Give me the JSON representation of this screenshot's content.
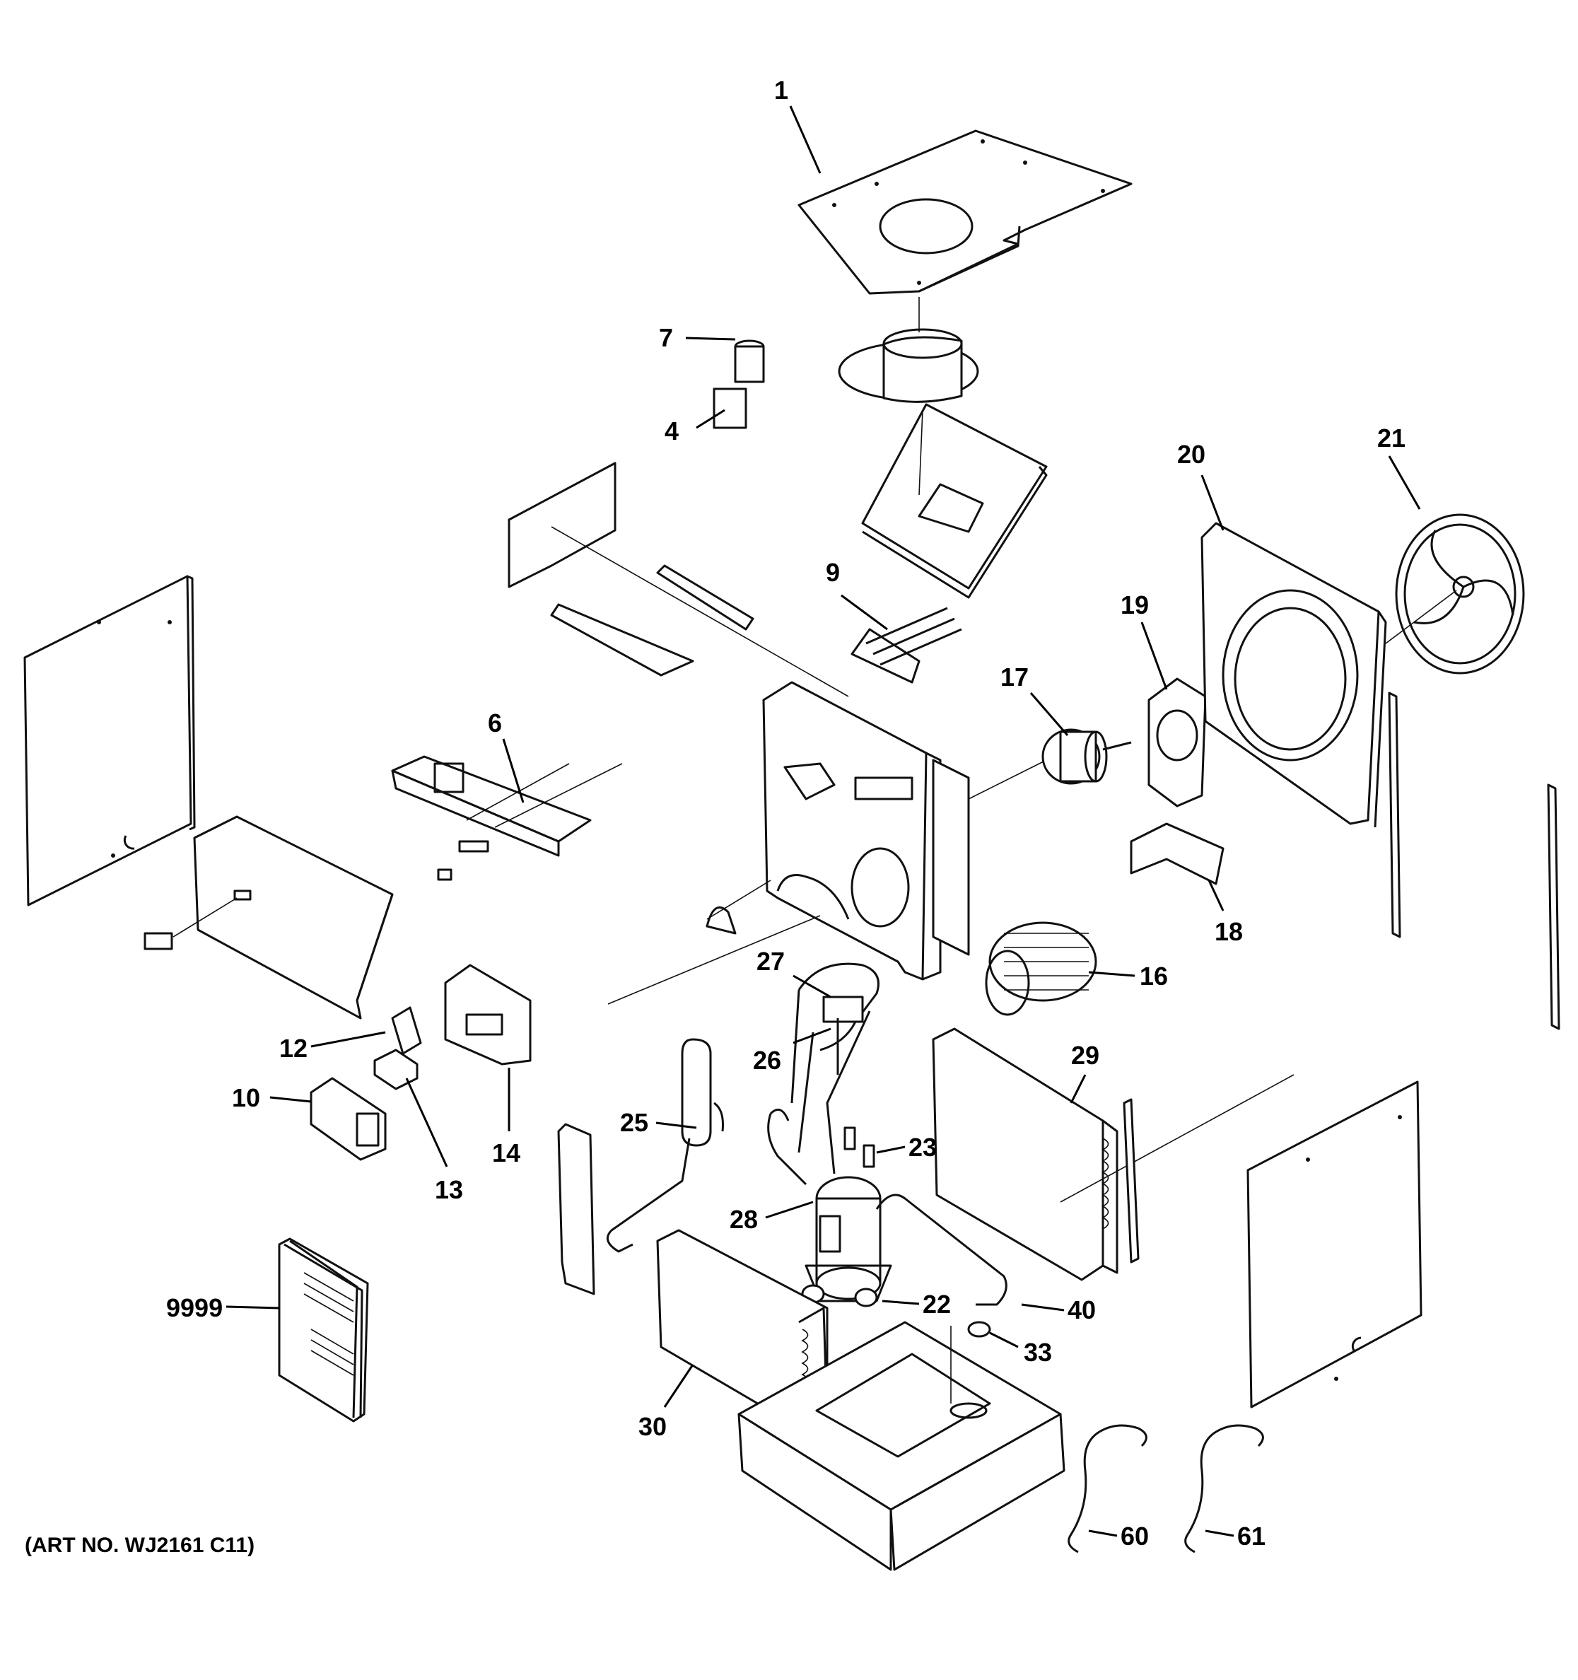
{
  "art_number": "(ART NO. WJ2161 C11)",
  "callouts": [
    {
      "id": "1",
      "text": "1"
    },
    {
      "id": "4",
      "text": "4"
    },
    {
      "id": "6",
      "text": "6"
    },
    {
      "id": "7",
      "text": "7"
    },
    {
      "id": "9",
      "text": "9"
    },
    {
      "id": "10",
      "text": "10"
    },
    {
      "id": "12",
      "text": "12"
    },
    {
      "id": "13",
      "text": "13"
    },
    {
      "id": "14",
      "text": "14"
    },
    {
      "id": "16",
      "text": "16"
    },
    {
      "id": "17",
      "text": "17"
    },
    {
      "id": "18",
      "text": "18"
    },
    {
      "id": "19",
      "text": "19"
    },
    {
      "id": "20",
      "text": "20"
    },
    {
      "id": "21",
      "text": "21"
    },
    {
      "id": "22",
      "text": "22"
    },
    {
      "id": "23",
      "text": "23"
    },
    {
      "id": "25",
      "text": "25"
    },
    {
      "id": "26",
      "text": "26"
    },
    {
      "id": "27",
      "text": "27"
    },
    {
      "id": "28",
      "text": "28"
    },
    {
      "id": "29",
      "text": "29"
    },
    {
      "id": "30",
      "text": "30"
    },
    {
      "id": "33",
      "text": "33"
    },
    {
      "id": "40",
      "text": "40"
    },
    {
      "id": "60",
      "text": "60"
    },
    {
      "id": "61",
      "text": "61"
    },
    {
      "id": "9999",
      "text": "9999"
    }
  ]
}
